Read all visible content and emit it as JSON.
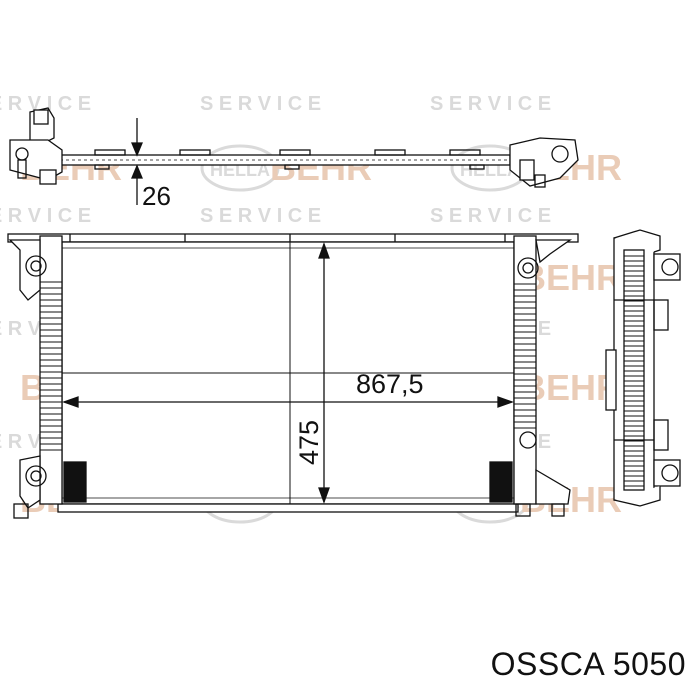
{
  "caption": "OSSCA 5050",
  "dimensions": {
    "thickness": "26",
    "width": "867,5",
    "height": "475"
  },
  "watermarks": {
    "brand_text": "BEHR",
    "hella_text": "HELLA",
    "service_text": "S E R V I C E"
  },
  "colors": {
    "line": "#111111",
    "watermark": "#d6d6d6",
    "watermark_brand": "#e8c7b0",
    "background": "#ffffff"
  }
}
